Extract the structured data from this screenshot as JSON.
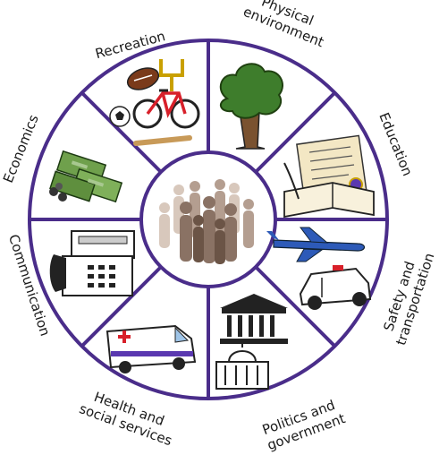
{
  "diagram": {
    "center_icon": "crowd-of-people-icon",
    "ring_color": "#4a2d8a",
    "segments": [
      {
        "id": "recreation",
        "label_lines": [
          "Recreation"
        ],
        "icon": "sports-equipment-icon"
      },
      {
        "id": "physical-environment",
        "label_lines": [
          "Physical",
          "environment"
        ],
        "icon": "tree-icon"
      },
      {
        "id": "education",
        "label_lines": [
          "Education"
        ],
        "icon": "scroll-and-book-icon"
      },
      {
        "id": "safety-transportation",
        "label_lines": [
          "Safety and",
          "transportation"
        ],
        "icon": "airplane-and-police-car-icon"
      },
      {
        "id": "politics-government",
        "label_lines": [
          "Politics and",
          "government"
        ],
        "icon": "government-buildings-icon"
      },
      {
        "id": "health-social-services",
        "label_lines": [
          "Health and",
          "social services"
        ],
        "icon": "ambulance-icon"
      },
      {
        "id": "communication",
        "label_lines": [
          "Communication"
        ],
        "icon": "telephone-fax-icon"
      },
      {
        "id": "economics",
        "label_lines": [
          "Economics"
        ],
        "icon": "money-stacks-icon"
      }
    ]
  }
}
